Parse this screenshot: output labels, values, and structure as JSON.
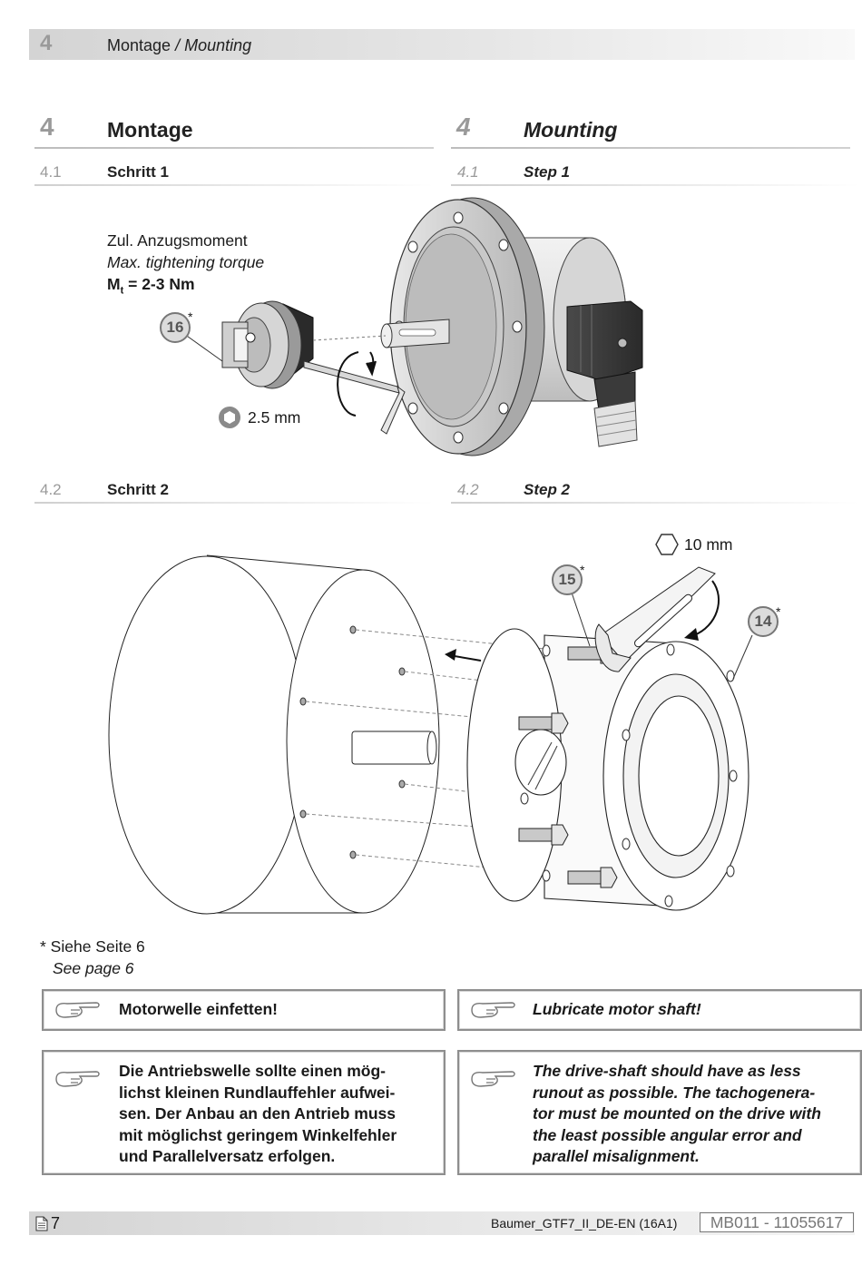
{
  "header": {
    "chapter_num": "4",
    "title_de": "Montage",
    "title_sep": " / ",
    "title_en": "Mounting"
  },
  "section": {
    "num": "4",
    "title_de": "Montage",
    "title_en": "Mounting"
  },
  "step1": {
    "num": "4.1",
    "title_de": "Schritt 1",
    "title_en": "Step 1"
  },
  "step2": {
    "num": "4.2",
    "title_de": "Schritt 2",
    "title_en": "Step 2"
  },
  "torque": {
    "line_de": "Zul. Anzugsmoment",
    "line_en": "Max. tightening torque",
    "symbol": "M",
    "subscript": "t",
    "value": " = 2-3 Nm"
  },
  "callouts": {
    "c16": "16",
    "c15": "15",
    "c14": "14",
    "star": "*"
  },
  "tools": {
    "allen": "2.5 mm",
    "wrench": "10 mm"
  },
  "footnote": {
    "de": "* Siehe Seite 6",
    "en": "See page 6"
  },
  "notes": {
    "lube_de": "Motorwelle einfetten!",
    "lube_en": "Lubricate motor shaft!",
    "shaft_de": [
      "Die Antriebswelle sollte einen mög-",
      "lichst kleinen Rundlauffehler aufwei-",
      "sen. Der Anbau an den Antrieb muss",
      "mit möglichst geringem Winkelfehler",
      "und Parallelversatz erfolgen."
    ],
    "shaft_en": [
      "The drive-shaft should have as less",
      "runout as possible. The tachogenera-",
      "tor must be mounted on the drive with",
      "the least possible angular error and",
      "parallel misalignment."
    ]
  },
  "footer": {
    "page": "7",
    "doc": "Baumer_GTF7_II_DE-EN  (16A1)",
    "code": "MB011 - 11055617"
  },
  "icons": [
    "page-icon",
    "pointing-hand-icon",
    "hexagon-socket-icon",
    "hexagon-nut-icon",
    "rotation-arrow-icon"
  ]
}
